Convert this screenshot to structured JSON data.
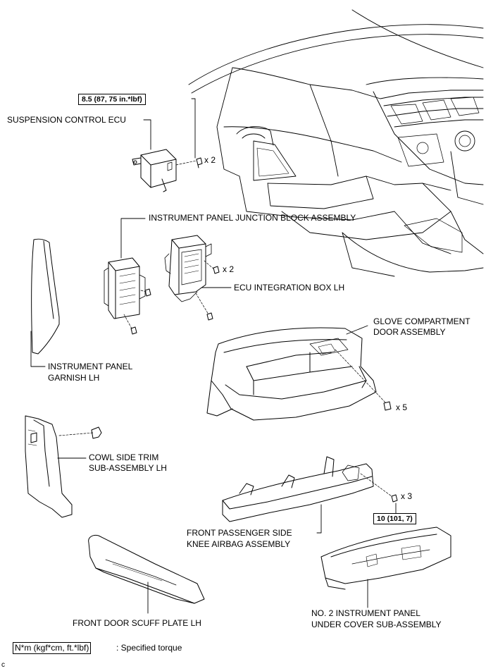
{
  "labels": {
    "suspension_ecu": "SUSPENSION CONTROL ECU",
    "junction_block": "INSTRUMENT PANEL JUNCTION BLOCK ASSEMBLY",
    "ecu_box": "ECU INTEGRATION BOX LH",
    "glove_1": "GLOVE COMPARTMENT",
    "glove_2": "DOOR ASSEMBLY",
    "garnish_1": "INSTRUMENT PANEL",
    "garnish_2": "GARNISH LH",
    "cowl_1": "COWL SIDE TRIM",
    "cowl_2": "SUB-ASSEMBLY LH",
    "knee_1": "FRONT PASSENGER SIDE",
    "knee_2": "KNEE AIRBAG ASSEMBLY",
    "scuff": "FRONT DOOR SCUFF PLATE LH",
    "under_1": "NO. 2 INSTRUMENT PANEL",
    "under_2": "UNDER COVER SUB-ASSEMBLY"
  },
  "quantities": {
    "ecu_bolts": "x 2",
    "box_bolts": "x 2",
    "glove_screws": "x 5",
    "knee_bolts": "x 3"
  },
  "torques": {
    "ecu": "8.5 (87, 75 in.*lbf)",
    "knee": "10 (101, 7)"
  },
  "legend": {
    "unit": "N*m (kgf*cm, ft.*lbf)",
    "text": ": Specified torque"
  },
  "corner_mark": "c"
}
